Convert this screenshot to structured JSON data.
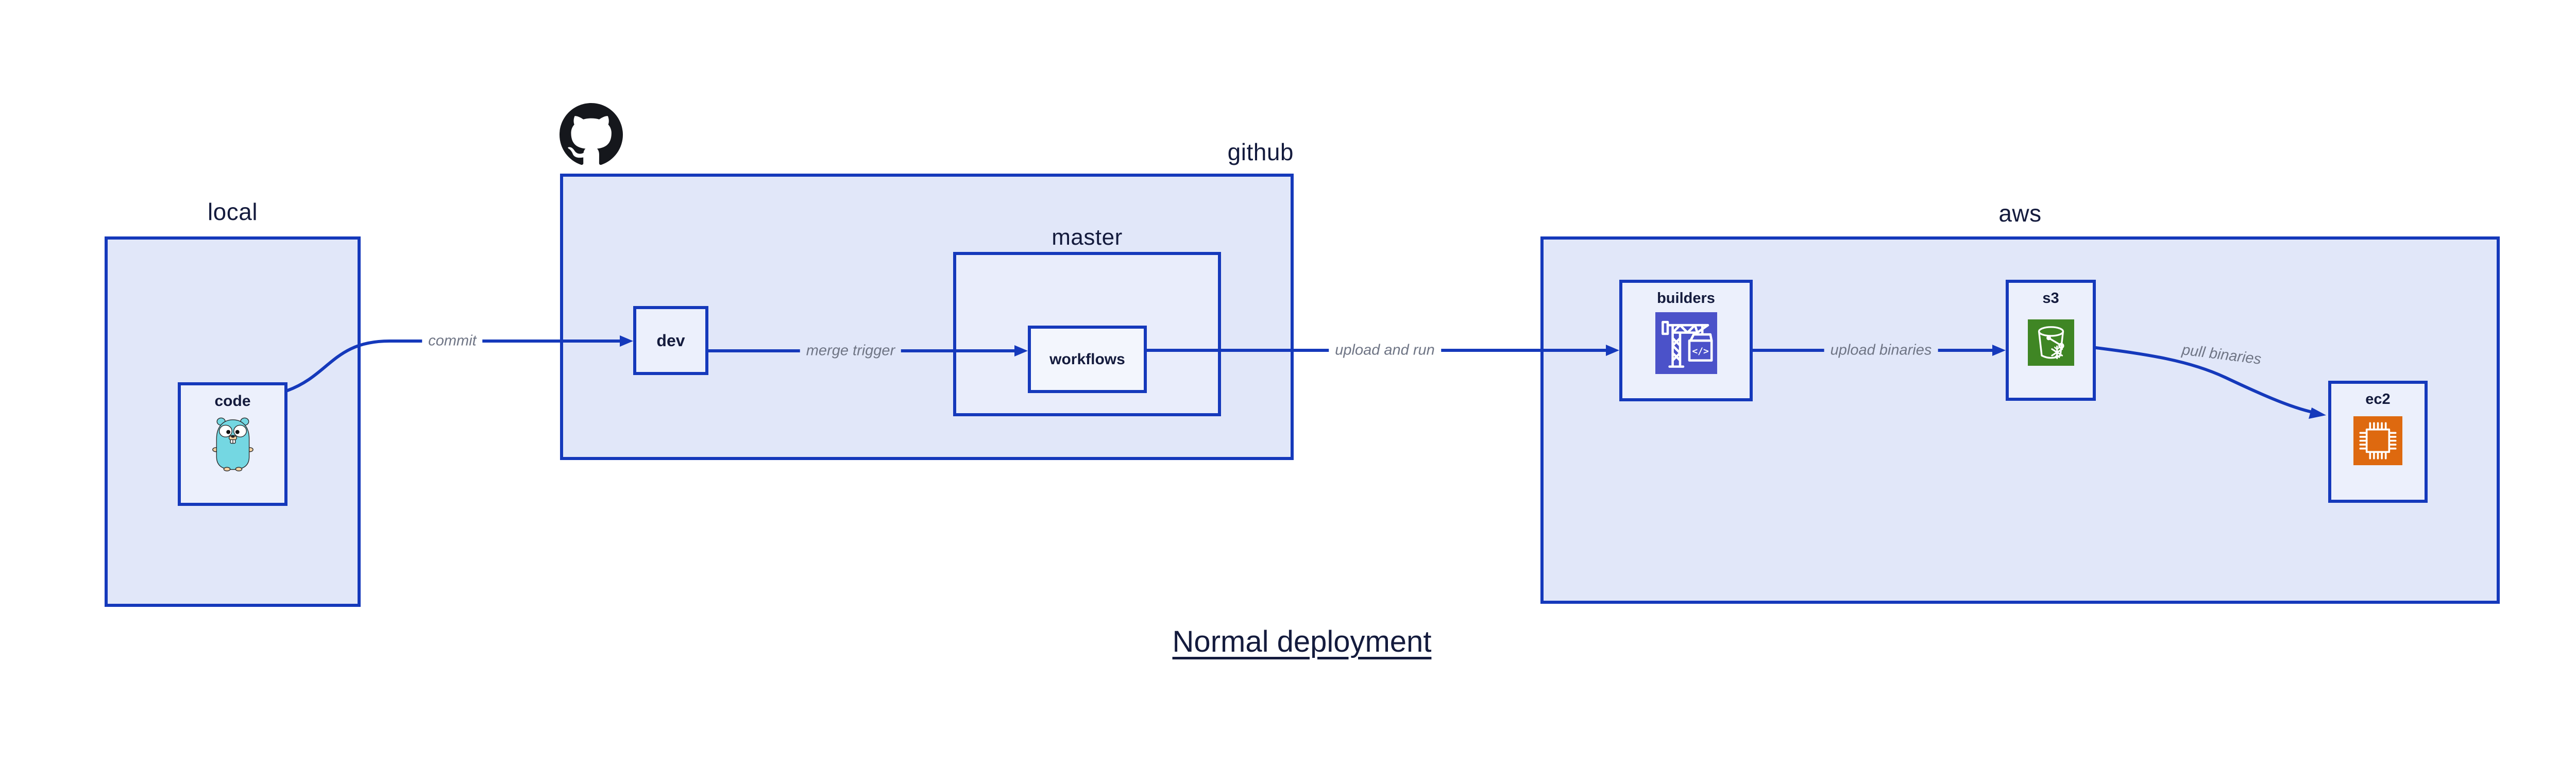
{
  "title": "Normal deployment",
  "colors": {
    "accent": "#1539bb",
    "container_fill": "#e1e7f9",
    "master_fill": "#e9edfb",
    "node_fill": "#ecf0fc",
    "workflows_fill": "#f3f6fd",
    "text_navy": "#141b3d",
    "edge_label_gray": "#6f7585",
    "codebuild_bg": "#4b52c9",
    "s3_bg": "#3f8624",
    "ec2_bg": "#de690f",
    "gopher_teal": "#74d7e2",
    "octocat_black": "#15171c",
    "page_bg": "#ffffff"
  },
  "containers": {
    "local": {
      "label": "local"
    },
    "github": {
      "label": "github"
    },
    "master": {
      "label": "master"
    },
    "aws": {
      "label": "aws"
    }
  },
  "nodes": {
    "code": {
      "label": "code",
      "icon": "go-gopher-icon"
    },
    "dev": {
      "label": "dev"
    },
    "workflows": {
      "label": "workflows"
    },
    "builders": {
      "label": "builders",
      "icon": "codebuild-crane-icon"
    },
    "s3": {
      "label": "s3",
      "icon": "s3-bucket-snowflake-icon"
    },
    "ec2": {
      "label": "ec2",
      "icon": "ec2-chip-icon"
    }
  },
  "edges": {
    "commit": {
      "label": "commit",
      "from": "code",
      "to": "dev"
    },
    "merge_trigger": {
      "label": "merge trigger",
      "from": "dev",
      "to": "workflows"
    },
    "upload_and_run": {
      "label": "upload and run",
      "from": "workflows",
      "to": "builders"
    },
    "upload_binaries": {
      "label": "upload binaries",
      "from": "builders",
      "to": "s3"
    },
    "pull_binaries": {
      "label": "pull binaries",
      "from": "s3",
      "to": "ec2"
    }
  },
  "logos": {
    "github_mark": "octocat-icon"
  }
}
